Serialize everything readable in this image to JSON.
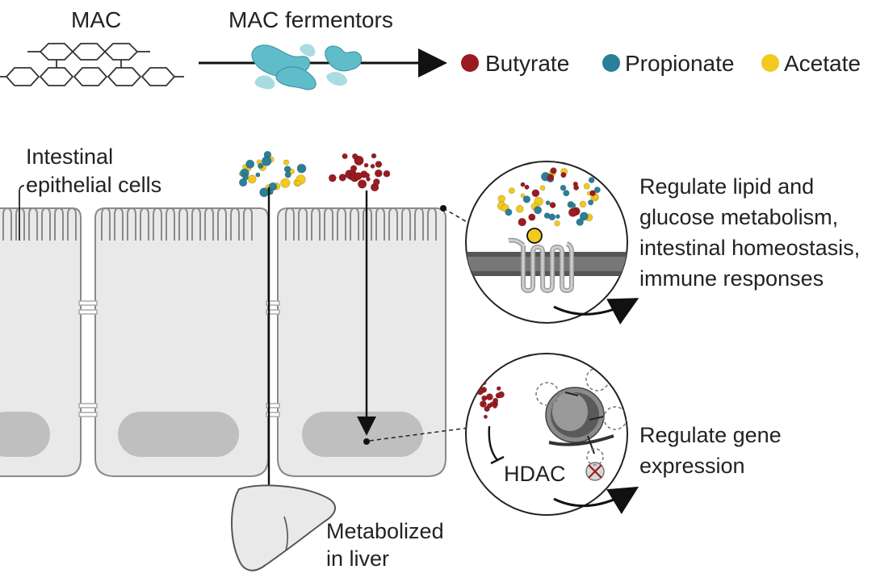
{
  "labels": {
    "mac": "MAC",
    "mac_fermentors": "MAC fermentors",
    "intestinal_line1": "Intestinal",
    "intestinal_line2": "epithelial cells",
    "metabolized_line1": "Metabolized",
    "metabolized_line2": "in liver",
    "hdac": "HDAC",
    "gene_line1": "Regulate gene",
    "gene_line2": "expression",
    "lipid_line1": "Regulate lipid and",
    "lipid_line2": "glucose metabolism,",
    "lipid_line3": "intestinal homeostasis,",
    "lipid_line4": "immune responses"
  },
  "legend": [
    {
      "name": "Butyrate",
      "color": "#9b1b22"
    },
    {
      "name": "Propionate",
      "color": "#2a7f99"
    },
    {
      "name": "Acetate",
      "color": "#f2c91e"
    }
  ],
  "colors": {
    "butyrate": "#9b1b22",
    "propionate": "#2a7f99",
    "acetate": "#f2c91e",
    "bacteria": "#5fbcc9",
    "bacteria_light": "#a9dbe2",
    "cell_fill": "#e9e9e9",
    "cell_stroke": "#8a8a8a",
    "nucleus": "#bfbfbf",
    "membrane": "#666666",
    "text": "#222222"
  }
}
